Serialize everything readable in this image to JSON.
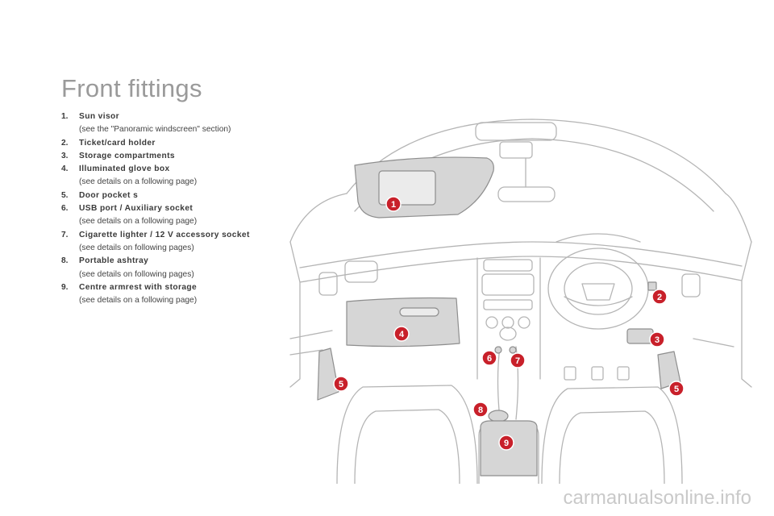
{
  "page": {
    "title": "Front fittings",
    "watermark": "carmanualsonline.info"
  },
  "items": [
    {
      "num": "1.",
      "label": "Sun visor",
      "note": "(see the \"Panoramic windscreen\" section)"
    },
    {
      "num": "2.",
      "label": "Ticket/card holder",
      "note": ""
    },
    {
      "num": "3.",
      "label": "Storage compartments",
      "note": ""
    },
    {
      "num": "4.",
      "label": "Illuminated glove box",
      "note": "(see details on a following page)"
    },
    {
      "num": "5.",
      "label": "Door pocket s",
      "note": ""
    },
    {
      "num": "6.",
      "label": "USB port / Auxiliary socket",
      "note": "(see details on a following page)"
    },
    {
      "num": "7.",
      "label": "Cigarette lighter / 12 V accessory socket",
      "note": "(see details on following pages)"
    },
    {
      "num": "8.",
      "label": "Portable ashtray",
      "note": "(see details on following pages)"
    },
    {
      "num": "9.",
      "label": "Centre armrest with storage",
      "note": "(see details on a following page)"
    }
  ],
  "callouts": [
    {
      "n": "1"
    },
    {
      "n": "2"
    },
    {
      "n": "3"
    },
    {
      "n": "4"
    },
    {
      "n": "5"
    },
    {
      "n": "5"
    },
    {
      "n": "6"
    },
    {
      "n": "7"
    },
    {
      "n": "8"
    },
    {
      "n": "9"
    }
  ],
  "colors": {
    "callout_red": "#c8202a",
    "highlight_gray": "#d6d6d6",
    "line_gray": "#b5b5b5"
  }
}
